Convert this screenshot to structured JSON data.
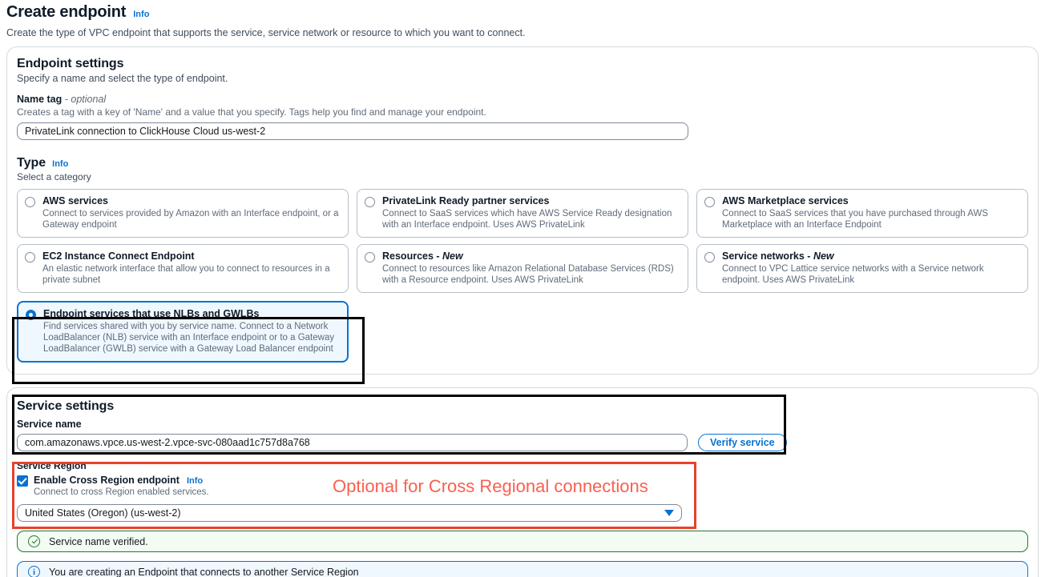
{
  "page": {
    "title": "Create endpoint",
    "info_label": "Info",
    "description": "Create the type of VPC endpoint that supports the service, service network or resource to which you want to connect."
  },
  "endpoint_settings": {
    "title": "Endpoint settings",
    "description": "Specify a name and select the type of endpoint.",
    "name_tag": {
      "label": "Name tag",
      "optional_suffix": "- optional",
      "hint": "Creates a tag with a key of 'Name' and a value that you specify. Tags help you find and manage your endpoint.",
      "value": "PrivateLink connection to ClickHouse Cloud us-west-2"
    },
    "type": {
      "label": "Type",
      "info_label": "Info",
      "sublabel": "Select a category",
      "options": [
        {
          "id": "aws-services",
          "title": "AWS services",
          "title_italic": "",
          "description": "Connect to services provided by Amazon with an Interface endpoint, or a Gateway endpoint",
          "selected": false
        },
        {
          "id": "privatelink-ready-partner-services",
          "title": "PrivateLink Ready partner services",
          "title_italic": "",
          "description": "Connect to SaaS services which have AWS Service Ready designation with an Interface endpoint. Uses AWS PrivateLink",
          "selected": false
        },
        {
          "id": "aws-marketplace-services",
          "title": "AWS Marketplace services",
          "title_italic": "",
          "description": "Connect to SaaS services that you have purchased through AWS Marketplace with an Interface Endpoint",
          "selected": false
        },
        {
          "id": "ec2-instance-connect-endpoint",
          "title": "EC2 Instance Connect Endpoint",
          "title_italic": "",
          "description": "An elastic network interface that allow you to connect to resources in a private subnet",
          "selected": false
        },
        {
          "id": "resources",
          "title": "Resources - ",
          "title_italic": "New",
          "description": "Connect to resources like Amazon Relational Database Services (RDS) with a Resource endpoint. Uses AWS PrivateLink",
          "selected": false
        },
        {
          "id": "service-networks",
          "title": "Service networks - ",
          "title_italic": "New",
          "description": "Connect to VPC Lattice service networks with a Service network endpoint. Uses AWS PrivateLink",
          "selected": false
        },
        {
          "id": "endpoint-services-nlb-gwlb",
          "title": "Endpoint services that use NLBs and GWLBs",
          "title_italic": "",
          "description": "Find services shared with you by service name. Connect to a Network LoadBalancer (NLB) service with an Interface endpoint or to a Gateway LoadBalancer (GWLB) service with a Gateway Load Balancer endpoint",
          "selected": true
        }
      ]
    }
  },
  "service_settings": {
    "title": "Service settings",
    "service_name": {
      "label": "Service name",
      "value": "com.amazonaws.vpce.us-west-2.vpce-svc-080aad1c757d8a768"
    },
    "verify_button": "Verify service",
    "service_region": {
      "label": "Service Region",
      "checkbox_label": "Enable Cross Region endpoint",
      "checkbox_info": "Info",
      "checkbox_checked": true,
      "checkbox_description": "Connect to cross Region enabled services.",
      "selected_region": "United States (Oregon) (us-west-2)",
      "caret_icon": "chevron-down-icon"
    }
  },
  "annotations": {
    "red_note": "Optional for Cross Regional connections",
    "red_color": "#e8412b",
    "black_color": "#000000"
  },
  "alerts": [
    {
      "id": "service-name-verified",
      "type": "success",
      "icon": "check-circle-icon",
      "message": "Service name verified."
    },
    {
      "id": "cross-region-notice",
      "type": "info",
      "icon": "info-circle-icon",
      "message": "You are creating an Endpoint that connects to another Service Region"
    }
  ]
}
